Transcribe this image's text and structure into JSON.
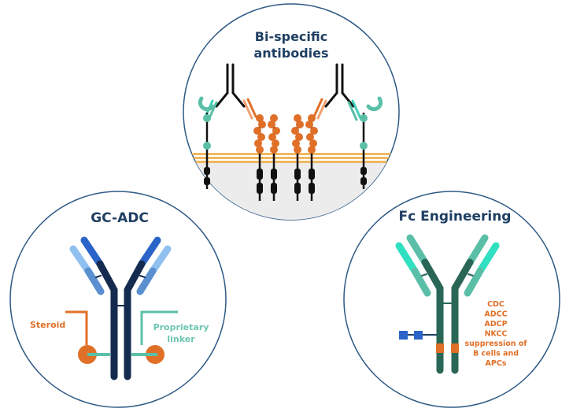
{
  "panels": {
    "bispecific": {
      "title_line1": "Bi-specific",
      "title_line2": "antibodies"
    },
    "gcadc": {
      "title": "GC-ADC",
      "steroid_label": "Steroid",
      "linker_label_line1": "Proprietary",
      "linker_label_line2": "linker"
    },
    "fc": {
      "title": "Fc Engineering",
      "effector_functions": [
        "CDC",
        "ADCC",
        "ADCP",
        "NKCC",
        "suppression of",
        "B cells and",
        "APCs"
      ]
    }
  },
  "colors": {
    "circle_outline": "#2f5a86",
    "title_text": "#1f3f63",
    "orange": "#e07028",
    "teal": "#5bbfa8",
    "navy": "#142a4e",
    "fc_green": "#2a6656"
  }
}
